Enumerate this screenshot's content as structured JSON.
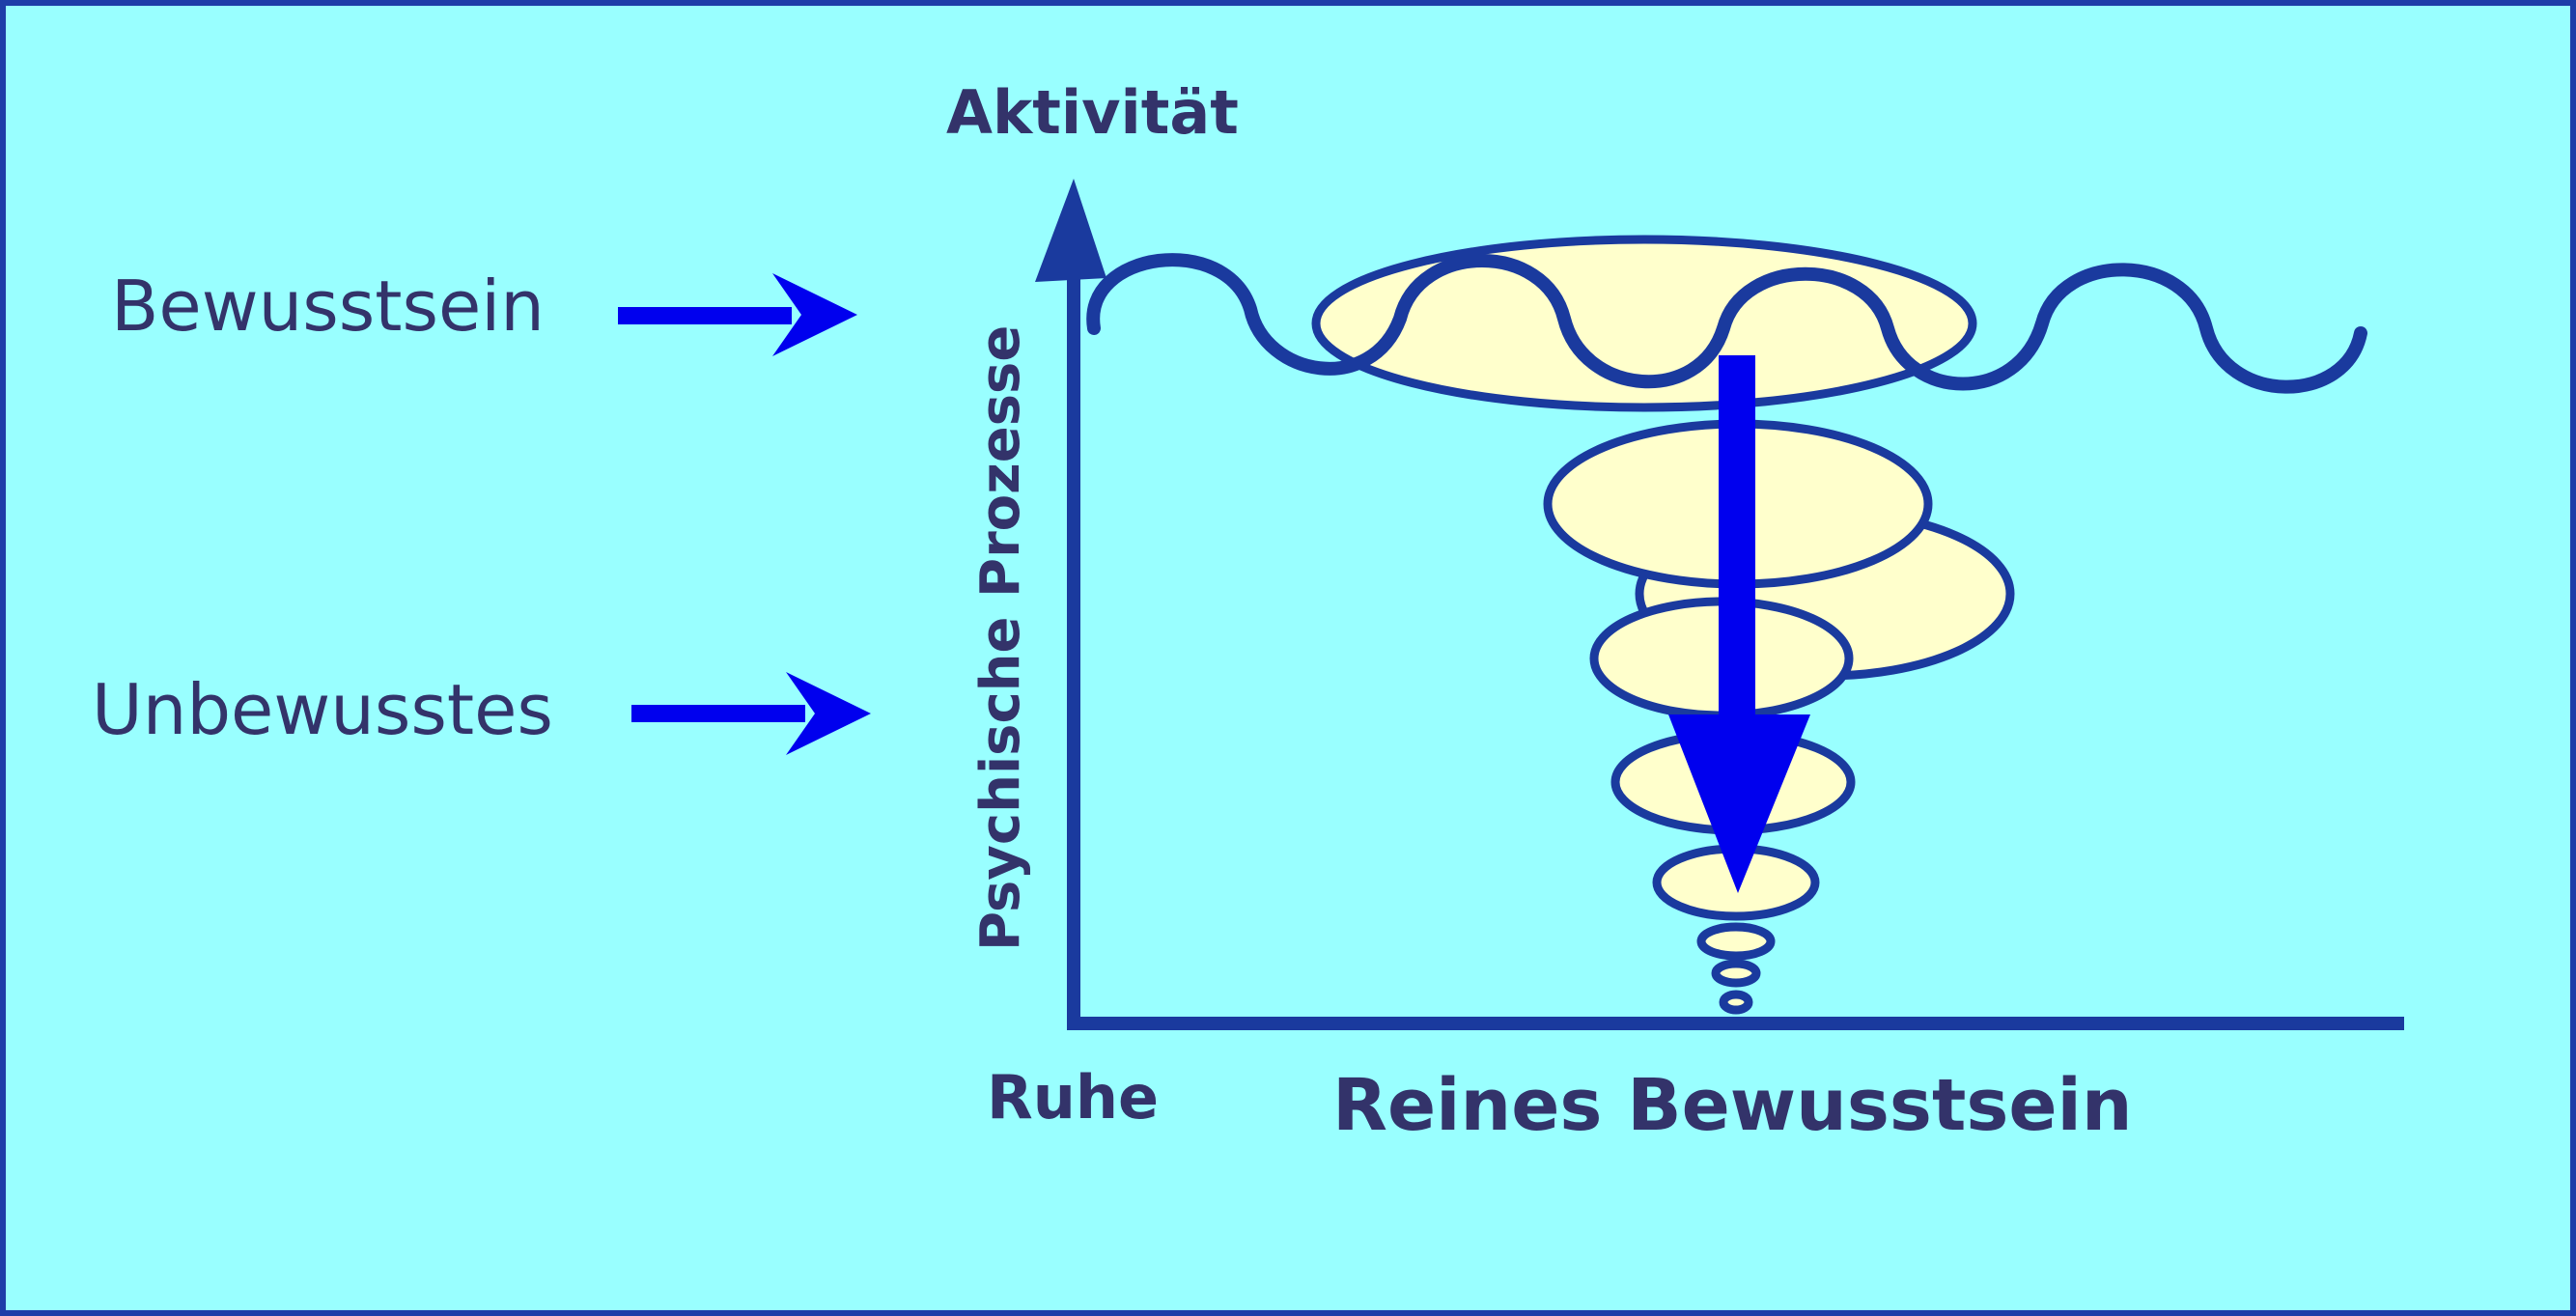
{
  "labels": {
    "bewusstsein": "Bewusstsein",
    "unbewusstes": "Unbewusstes",
    "y_axis_top": "Aktivität",
    "y_axis_label": "Psychische Prozesse",
    "x_axis_origin": "Ruhe",
    "x_axis_label": "Reines Bewusstsein"
  },
  "colors": {
    "background": "#99ffff",
    "frame": "#1e3ea8",
    "text": "#33336a",
    "axis": "#1a3a9e",
    "wave": "#1a3a9e",
    "ellipse_fill": "#ffffcc",
    "ellipse_stroke": "#1a3a9e",
    "arrow": "#0000ee"
  }
}
